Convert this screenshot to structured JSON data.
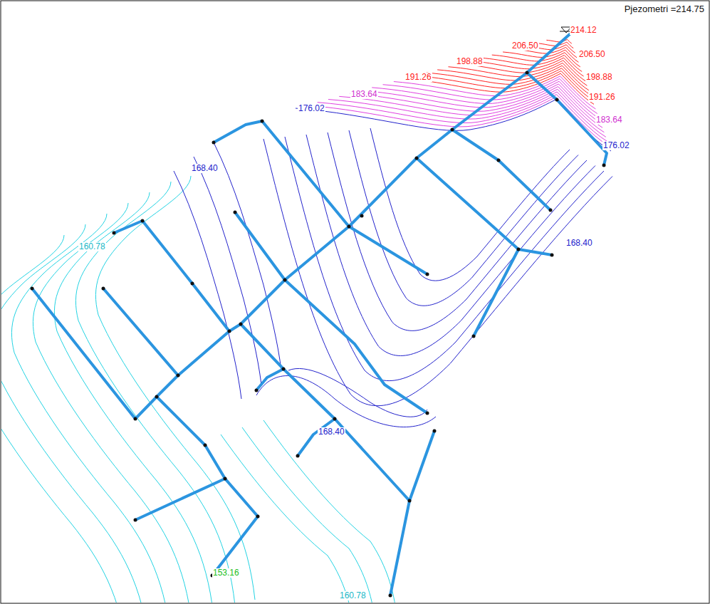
{
  "diagram": {
    "labels": [
      "Pjezometri =214.75",
      "214.12",
      "206.50",
      "206.50",
      "198.88",
      "198.88",
      "191.26",
      "191.26",
      "183.64",
      "183.64",
      "176.02",
      "176.02",
      "168.40",
      "168.40",
      "168.40",
      "160.78",
      "160.78",
      "153.16"
    ]
  }
}
